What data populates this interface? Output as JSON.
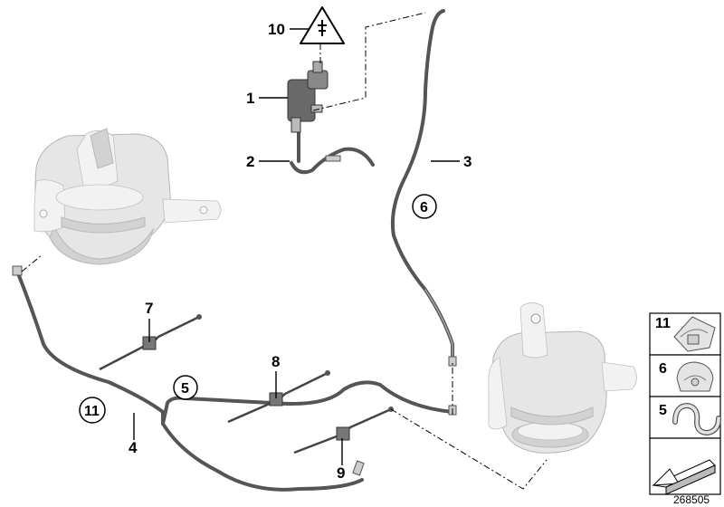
{
  "diagram": {
    "callouts": [
      {
        "id": "c10",
        "label": "10"
      },
      {
        "id": "c1",
        "label": "1"
      },
      {
        "id": "c2",
        "label": "2"
      },
      {
        "id": "c3",
        "label": "3"
      },
      {
        "id": "c7",
        "label": "7"
      },
      {
        "id": "c8",
        "label": "8"
      },
      {
        "id": "c4",
        "label": "4"
      },
      {
        "id": "c9",
        "label": "9"
      }
    ],
    "circled_callouts": [
      {
        "id": "k6",
        "label": "6"
      },
      {
        "id": "k5",
        "label": "5"
      },
      {
        "id": "k11",
        "label": "11"
      }
    ],
    "side_panel": [
      {
        "id": "p11",
        "label": "11"
      },
      {
        "id": "p6",
        "label": "6"
      },
      {
        "id": "p5",
        "label": "5"
      }
    ],
    "diagram_number": "268505"
  },
  "colors": {
    "hose": "#555555",
    "mount": "#e6e6e6",
    "lines": "#000000"
  },
  "icons": [
    "electrical-warning-icon",
    "page-forward-arrow-icon"
  ]
}
